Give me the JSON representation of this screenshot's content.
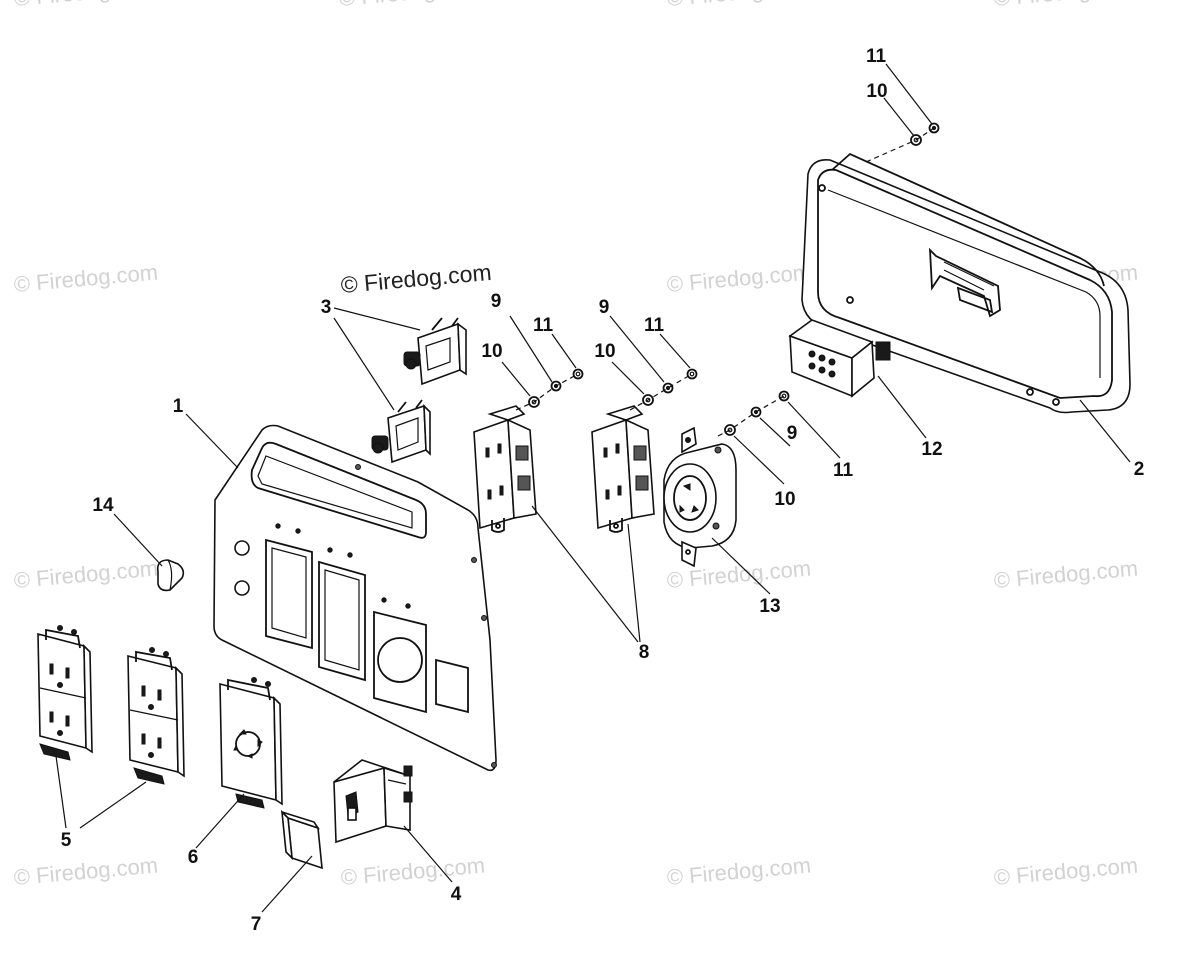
{
  "watermark": {
    "text": "© Firedog.com",
    "color": "#d2d2d2"
  },
  "callouts": [
    {
      "id": "part-1",
      "label": "1"
    },
    {
      "id": "part-2",
      "label": "2"
    },
    {
      "id": "part-3",
      "label": "3"
    },
    {
      "id": "part-4",
      "label": "4"
    },
    {
      "id": "part-5",
      "label": "5"
    },
    {
      "id": "part-6",
      "label": "6"
    },
    {
      "id": "part-7",
      "label": "7"
    },
    {
      "id": "part-8",
      "label": "8"
    },
    {
      "id": "part-9a",
      "label": "9"
    },
    {
      "id": "part-9b",
      "label": "9"
    },
    {
      "id": "part-9c",
      "label": "9"
    },
    {
      "id": "part-10a",
      "label": "10"
    },
    {
      "id": "part-10b",
      "label": "10"
    },
    {
      "id": "part-10c",
      "label": "10"
    },
    {
      "id": "part-10d",
      "label": "10"
    },
    {
      "id": "part-11a",
      "label": "11"
    },
    {
      "id": "part-11b",
      "label": "11"
    },
    {
      "id": "part-11c",
      "label": "11"
    },
    {
      "id": "part-11d",
      "label": "11"
    },
    {
      "id": "part-12",
      "label": "12"
    },
    {
      "id": "part-13",
      "label": "13"
    },
    {
      "id": "part-14",
      "label": "14"
    }
  ]
}
